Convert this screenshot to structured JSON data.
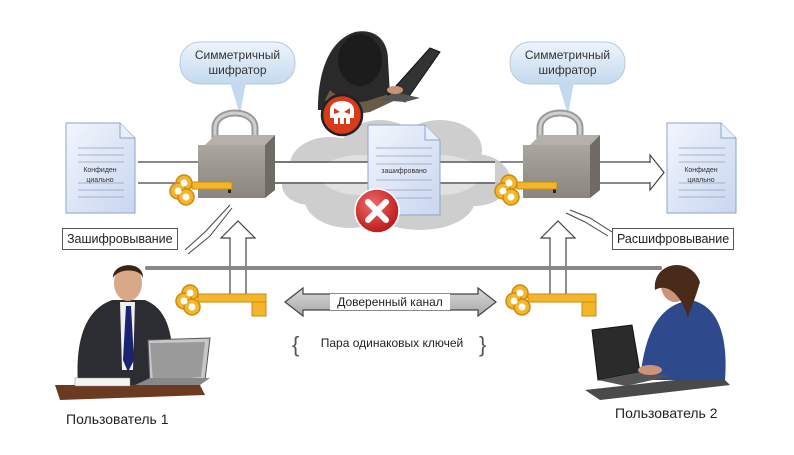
{
  "diagram": {
    "title": "Symmetric encryption scheme",
    "encryptor_left": {
      "line1": "Симметричный",
      "line2": "шифратор"
    },
    "encryptor_right": {
      "line1": "Симметричный",
      "line2": "шифратор"
    },
    "doc_left": {
      "line1": "Конфиден",
      "line2": "циально"
    },
    "doc_middle": {
      "line1": "зашифровано"
    },
    "doc_right": {
      "line1": "Конфиден",
      "line2": "циально"
    },
    "encrypt_label": "Зашифровывание",
    "decrypt_label": "Расшифровывание",
    "trusted_channel": "Доверенный канал",
    "key_pair": "Пара одинаковых ключей",
    "user1": "Пользователь 1",
    "user2": "Пользователь 2",
    "icons": [
      "hacker-figure",
      "skull-icon",
      "cloud-icon",
      "error-x-icon",
      "padlock-icon",
      "key-icon",
      "document-icon",
      "businessman-figure",
      "woman-figure"
    ],
    "colors": {
      "key": "#f5b52a",
      "lock": "#9a9690",
      "bubble": "#d9e8f5",
      "skull_badge": "#d83a1a",
      "error": "#d42a2a",
      "document": "#dce6f7",
      "channel": "#bbbbbb"
    }
  }
}
